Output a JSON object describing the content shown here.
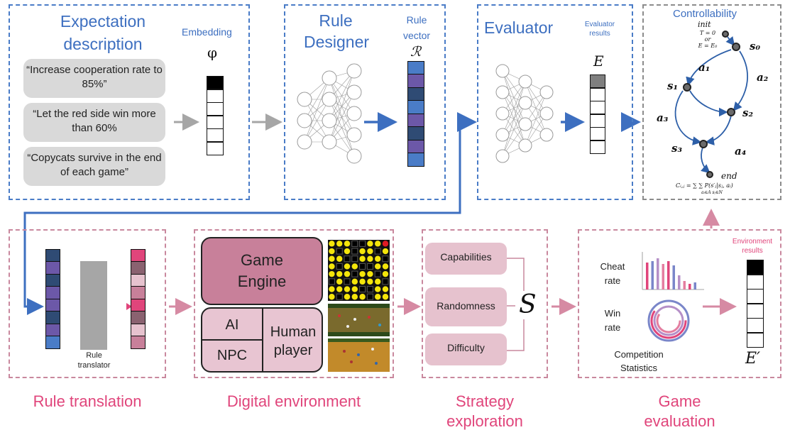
{
  "expectation": {
    "title": "Expectation\ndescription",
    "embedding_label": "Embedding",
    "phi": "φ",
    "quotes": [
      "“Increase  cooperation rate to 85%”",
      "“Let the red side win more than 60%",
      "“Copycats survive in the end of each game”"
    ]
  },
  "rule_designer": {
    "title": "Rule\nDesigner",
    "vector_label": "Rule\nvector",
    "symbol": "ℛ"
  },
  "evaluator": {
    "title": "Evaluator",
    "results_label": "Evaluator\nresults",
    "symbol": "E"
  },
  "controllability": {
    "title": "Controllability",
    "init": "init",
    "init_eq": "T = 0\nor\nE = E₀",
    "s0": "s₀",
    "s1": "s₁",
    "s2": "s₂",
    "s3": "s₃",
    "a1": "a₁",
    "a2": "a₂",
    "a3": "a₃",
    "a4": "a₄",
    "end": "end",
    "formula": "Cᵢ,ⱼ = ∑ ∑ P(s′ⱼ|sⱼ, aᵢ)",
    "formula_sub": "aᵢ∈A sⱼ∈N"
  },
  "translation": {
    "translator_label": "Rule\ntranslator",
    "section_title": "Rule translation"
  },
  "digital": {
    "engine_label": "Game\nEngine",
    "ai": "AI",
    "npc": "NPC",
    "human": "Human\nplayer",
    "section_title": "Digital environment"
  },
  "strategy": {
    "items": [
      "Capabilities",
      "Randomness",
      "Difficulty"
    ],
    "symbol": "S",
    "section_title": "Strategy\nexploration"
  },
  "game_eval": {
    "cheat_rate": "Cheat\nrate",
    "win_rate": "Win\nrate",
    "competition": "Competition\nStatistics",
    "results_label": "Environment\nresults",
    "symbol": "E′",
    "section_title": "Game\nevaluation"
  },
  "colors": {
    "blue": "#3d6fc0",
    "pink": "#e0457b",
    "gray_arrow": "#a6a6a6",
    "pink_arrow": "#d68aa3"
  }
}
